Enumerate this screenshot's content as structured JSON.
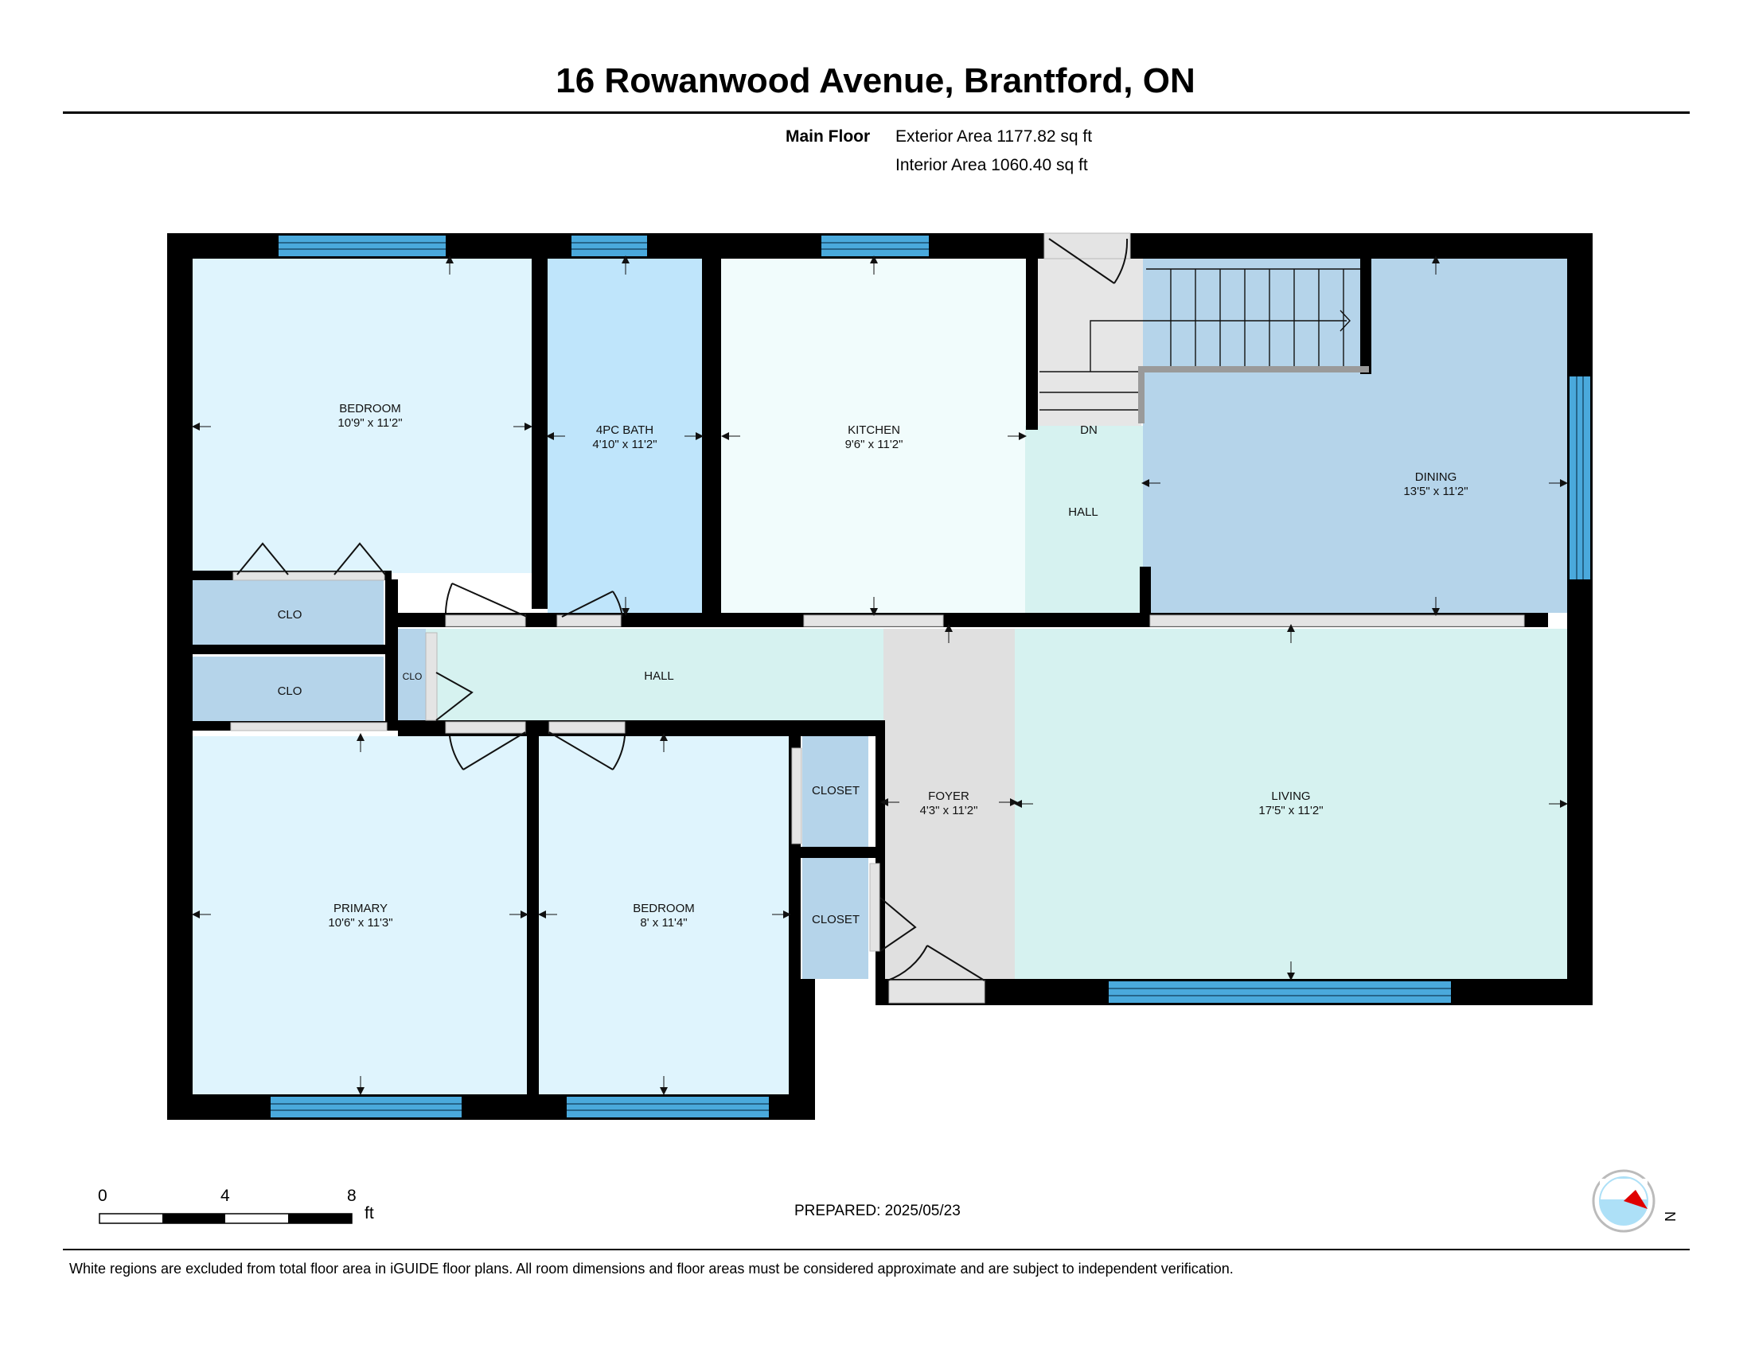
{
  "header": {
    "title": "16 Rowanwood Avenue, Brantford, ON",
    "floor_name": "Main Floor",
    "exterior_area": "Exterior Area 1177.82 sq ft",
    "interior_area": "Interior Area 1060.40 sq ft"
  },
  "rooms": {
    "bedroom_1": {
      "name": "BEDROOM",
      "dims": "10'9\" x 11'2\""
    },
    "bath": {
      "name": "4PC BATH",
      "dims": "4'10\" x 11'2\""
    },
    "kitchen": {
      "name": "KITCHEN",
      "dims": "9'6\" x 11'2\""
    },
    "dining": {
      "name": "DINING",
      "dims": "13'5\" x 11'2\""
    },
    "stair_dn": "DN",
    "hall_upper": "HALL",
    "clo_1": "CLO",
    "clo_2": "CLO",
    "clo_small": "CLO",
    "hall_main": "HALL",
    "foyer": {
      "name": "FOYER",
      "dims": "4'3\" x 11'2\""
    },
    "living": {
      "name": "LIVING",
      "dims": "17'5\" x 11'2\""
    },
    "closet_1": "CLOSET",
    "closet_2": "CLOSET",
    "primary": {
      "name": "PRIMARY",
      "dims": "10'6\" x 11'3\""
    },
    "bedroom_2": {
      "name": "BEDROOM",
      "dims": "8' x 11'4\""
    }
  },
  "colors": {
    "wall": "#000000",
    "window": "#4aa9dc",
    "bedroom": "#dff4fd",
    "bath": "#bfe5fb",
    "kitchen": "#f1fcfc",
    "dining": "#b5d4ea",
    "hall": "#d6f2f0",
    "closet": "#b5d4ea",
    "foyer": "#e0e0e0"
  },
  "scale_bar": {
    "labels": [
      "0",
      "4",
      "8"
    ],
    "unit": "ft"
  },
  "compass": {
    "icon": "compass-icon",
    "letter": "N"
  },
  "prepared": "PREPARED: 2025/05/23",
  "footer": "White regions are excluded from total floor area in iGUIDE floor plans. All room dimensions and floor areas must be considered approximate and are subject to independent verification."
}
